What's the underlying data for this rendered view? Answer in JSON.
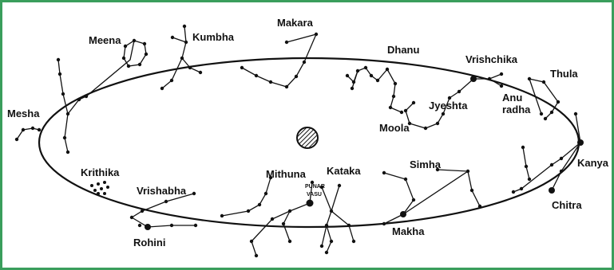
{
  "labels": {
    "meena": "Meena",
    "kumbha": "Kumbha",
    "makara": "Makara",
    "dhanu": "Dhanu",
    "vrishchika": "Vrishchika",
    "thula": "Thula",
    "mesha": "Mesha",
    "anu": "Anu",
    "radha": "radha",
    "jyeshta": "Jyeshta",
    "moola": "Moola",
    "krithika": "Krithika",
    "vrishabha": "Vrishabha",
    "rohini": "Rohini",
    "mithuna": "Mithuna",
    "punar": "PUNAR",
    "vasu": "VASU",
    "kataka": "Kataka",
    "simha": "Simha",
    "makha": "Makha",
    "kanya": "Kanya",
    "chitra": "Chitra"
  }
}
